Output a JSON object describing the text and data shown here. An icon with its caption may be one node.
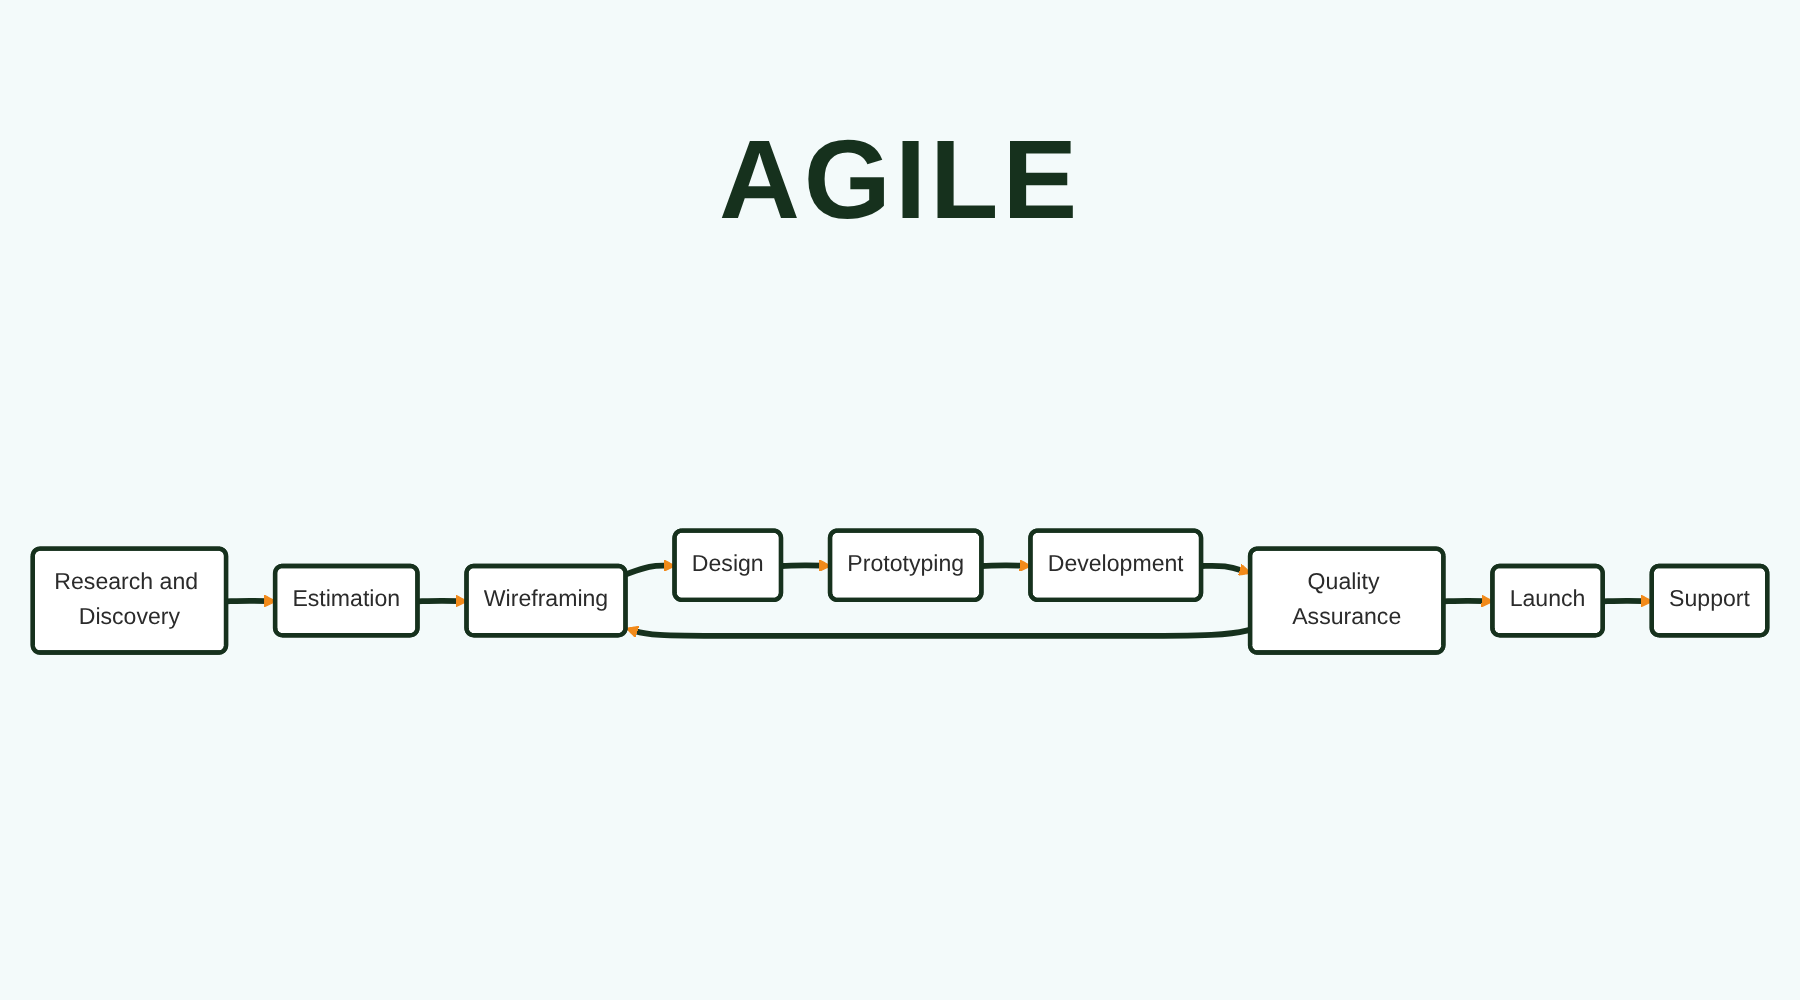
{
  "diagram": {
    "nodes": [
      {
        "text": [
          "Research and Discovery"
        ]
      },
      {
        "text": [
          "Estimation"
        ]
      },
      {
        "text": [
          "Wireframing"
        ]
      },
      {
        "text": [
          "Design"
        ]
      },
      {
        "text": [
          "Prototyping"
        ]
      },
      {
        "text": [
          "Development"
        ]
      },
      {
        "text": [
          "Quality Assurance"
        ]
      },
      {
        "text": [
          "Launch"
        ]
      },
      {
        "text": [
          "Support"
        ]
      }
    ],
    "edges": [
      {
        "from": 0,
        "to": 1,
        "arrow": "to"
      },
      {
        "from": 1,
        "to": 2,
        "arrow": "to"
      },
      {
        "from": 2,
        "to": 3,
        "arrow": "to"
      },
      {
        "from": 3,
        "to": 4,
        "arrow": "to"
      },
      {
        "from": 4,
        "to": 5,
        "arrow": "to"
      },
      {
        "from": 5,
        "to": 6,
        "arrow": "to"
      },
      {
        "from": 6,
        "to": 2,
        "arrow": "to"
      },
      {
        "from": 6,
        "to": 7,
        "arrow": "to"
      },
      {
        "from": 7,
        "to": 8,
        "arrow": "to"
      }
    ],
    "labels": [
      "AGILE"
    ]
  }
}
